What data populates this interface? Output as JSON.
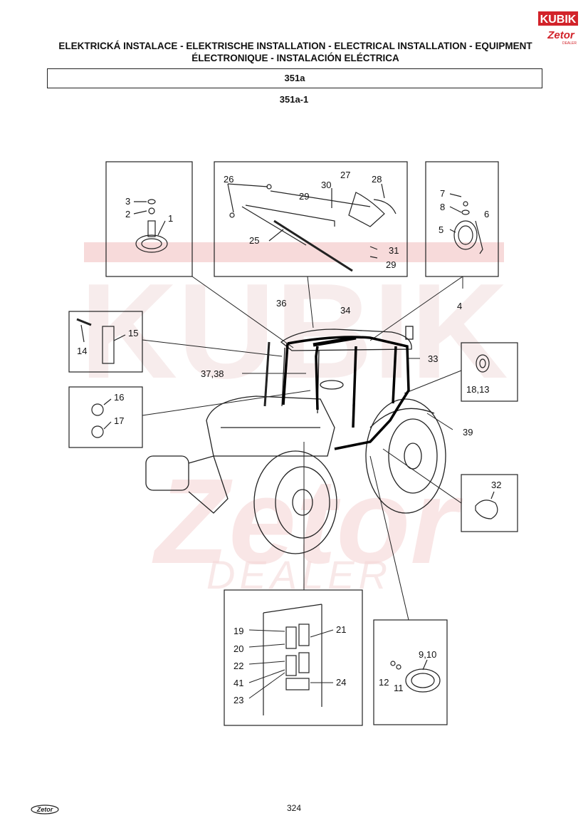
{
  "header": {
    "title_line1": "ELEKTRICKÁ INSTALACE - ELEKTRISCHE INSTALLATION - ELECTRICAL INSTALLATION - EQUIPMENT",
    "title_line2": "ÉLECTRONIQUE - INSTALACIÓN ELÉCTRICA",
    "section": "351a",
    "subsection": "351a-1"
  },
  "logo": {
    "top_text": "KUBIK",
    "bottom_text": "Zetor",
    "dealer_text": "DEALER"
  },
  "watermark": {
    "big_text": "KUBIK",
    "brand_text": "Zetor",
    "dealer_text": "DEALER"
  },
  "callouts": {
    "c1": "1",
    "c2": "2",
    "c3": "3",
    "c4": "4",
    "c5": "5",
    "c6": "6",
    "c7": "7",
    "c8": "8",
    "c9_10": "9,10",
    "c11": "11",
    "c12": "12",
    "c14": "14",
    "c15": "15",
    "c16": "16",
    "c17": "17",
    "c18_13": "18,13",
    "c19": "19",
    "c20": "20",
    "c21": "21",
    "c22": "22",
    "c23": "23",
    "c24": "24",
    "c25": "25",
    "c26": "26",
    "c27": "27",
    "c28": "28",
    "c29a": "29",
    "c29b": "29",
    "c30": "30",
    "c31": "31",
    "c32": "32",
    "c33": "33",
    "c34": "34",
    "c36": "36",
    "c37_38": "37,38",
    "c39": "39",
    "c41": "41"
  },
  "footer": {
    "page_number": "324",
    "brand": "Zetor"
  },
  "colors": {
    "watermark": "#f4c9c9",
    "line": "#222222",
    "logo_red": "#d2232a"
  }
}
